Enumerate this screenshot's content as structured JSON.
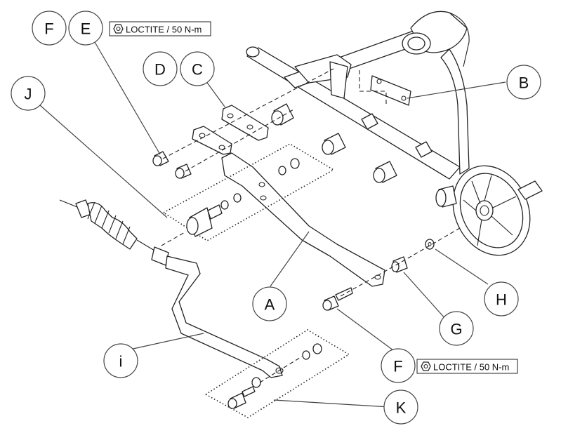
{
  "callouts": {
    "a": "A",
    "b": "B",
    "c": "C",
    "d": "D",
    "e": "E",
    "f_top": "F",
    "f_bottom": "F",
    "g": "G",
    "h": "H",
    "i": "i",
    "j": "J",
    "k": "K"
  },
  "notes": {
    "top": "LOCTITE / 50 N-m",
    "bottom": "LOCTITE / 50 N-m"
  },
  "icons": {
    "note_icon": "nut-hexagon-icon"
  }
}
